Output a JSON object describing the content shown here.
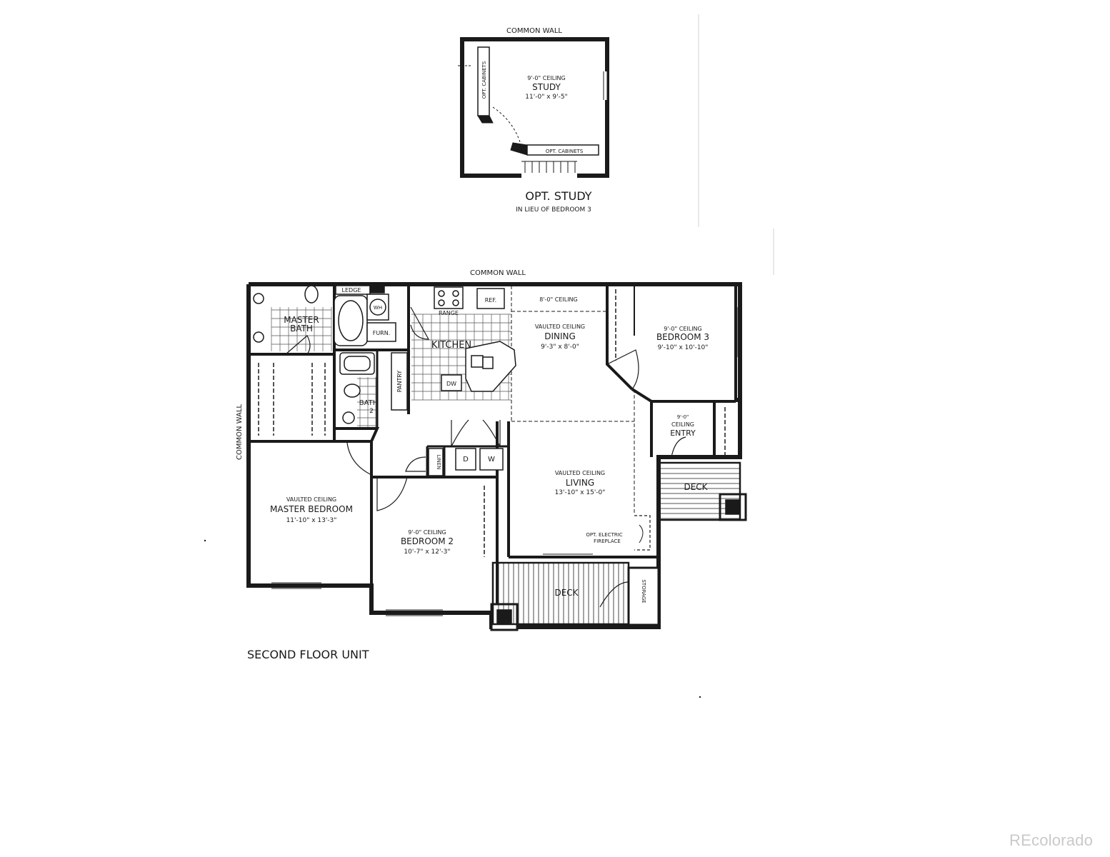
{
  "study": {
    "common_wall": "COMMON WALL",
    "opt_cabinets_left": "OPT. CABINETS",
    "ceiling": "9'-0\" CEILING",
    "name": "STUDY",
    "dims": "11'-0\" x 9'-5\"",
    "opt_cabinets_bottom": "OPT. CABINETS",
    "title": "OPT. STUDY",
    "subtitle": "IN LIEU OF BEDROOM 3"
  },
  "plan": {
    "common_wall_top": "COMMON WALL",
    "common_wall_side": "COMMON WALL",
    "ledge": "LEDGE",
    "master_bath": [
      "MASTER",
      "BATH"
    ],
    "wh": "WH",
    "furn": "FURN.",
    "range": "RANGE",
    "ref": "REF.",
    "kitchen": "KITCHEN",
    "pantry": "PANTRY",
    "dw": "DW",
    "bath2": [
      "BATH",
      "2"
    ],
    "dining_ceiling_top": "8'-0\" CEILING",
    "dining_ceiling": "VAULTED CEILING",
    "dining": "DINING",
    "dining_dims": "9'-3\" x 8'-0\"",
    "bed3_ceiling": "9'-0\" CEILING",
    "bed3": "BEDROOM 3",
    "bed3_dims": "9'-10\" x 10'-10\"",
    "entry_ceiling": [
      "9'-0\"",
      "CEILING"
    ],
    "entry": "ENTRY",
    "linen": "LINEN",
    "d": "D",
    "w": "W",
    "living_ceiling": "VAULTED CEILING",
    "living": "LIVING",
    "living_dims": "13'-10\" x 15'-0\"",
    "deck_right": "DECK",
    "master_ceiling": "VAULTED CEILING",
    "master": "MASTER BEDROOM",
    "master_dims": "11'-10\" x 13'-3\"",
    "bed2_ceiling": "9'-0\" CEILING",
    "bed2": "BEDROOM 2",
    "bed2_dims": "10'-7\" x 12'-3\"",
    "fireplace": [
      "OPT. ELECTRIC",
      "FIREPLACE"
    ],
    "deck_bottom": "DECK",
    "storage": "STORAGE",
    "unit_title": "SECOND FLOOR UNIT"
  },
  "watermark": "REcolorado"
}
